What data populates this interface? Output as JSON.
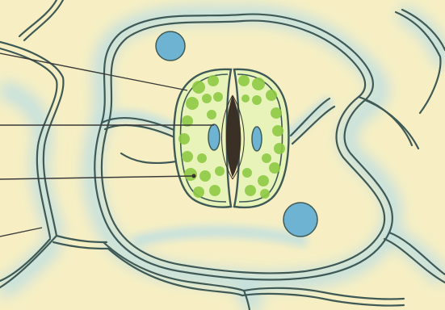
{
  "figure": {
    "subject": "stomata-in-leaf-epidermis",
    "labels_printed": false,
    "colors": {
      "paper": "#f7efc3",
      "cytoplasm_blue": "#b9dde4",
      "cell_wall": "#3f5a56",
      "guard_cell_fill": "#e7f3b9",
      "chloroplast": "#8fca45",
      "nucleus": "#6fb3d2",
      "vacuole": "#6fb3d2",
      "pore_dark": "#3a3026",
      "leader_line": "#3a3a3a"
    },
    "leader_lines_count": 4,
    "guard_cells": [
      "left",
      "right"
    ],
    "vacuoles": 2
  }
}
